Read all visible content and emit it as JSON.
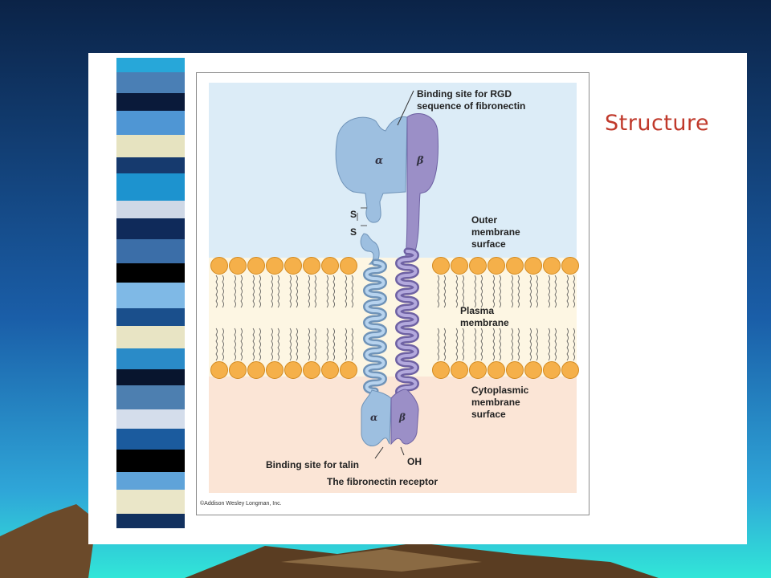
{
  "slide": {
    "title": "Structure",
    "title_color": "#c0392b"
  },
  "figure": {
    "labels": {
      "rgd_site_line1": "Binding site for RGD",
      "rgd_site_line2": "sequence of fibronectin",
      "alpha_top": "α",
      "beta_top": "β",
      "disulfide_s1": "S",
      "disulfide_s2": "S",
      "outer_line1": "Outer",
      "outer_line2": "membrane",
      "outer_line3": "surface",
      "plasma_line1": "Plasma",
      "plasma_line2": "membrane",
      "cyto_line1": "Cytoplasmic",
      "cyto_line2": "membrane",
      "cyto_line3": "surface",
      "alpha_bottom": "α",
      "beta_bottom": "β",
      "talin_site": "Binding site for talin",
      "oh": "OH",
      "caption": "The fibronectin receptor",
      "copyright": "©Addison Wesley Longman, Inc."
    },
    "colors": {
      "outer_bg": "#dcecf7",
      "plasma_bg": "#fdf6e3",
      "cyto_bg": "#fbe5d6",
      "alpha": "#9dbfe0",
      "beta": "#9b8fc7",
      "lipid_head": "#f5b04a"
    }
  }
}
